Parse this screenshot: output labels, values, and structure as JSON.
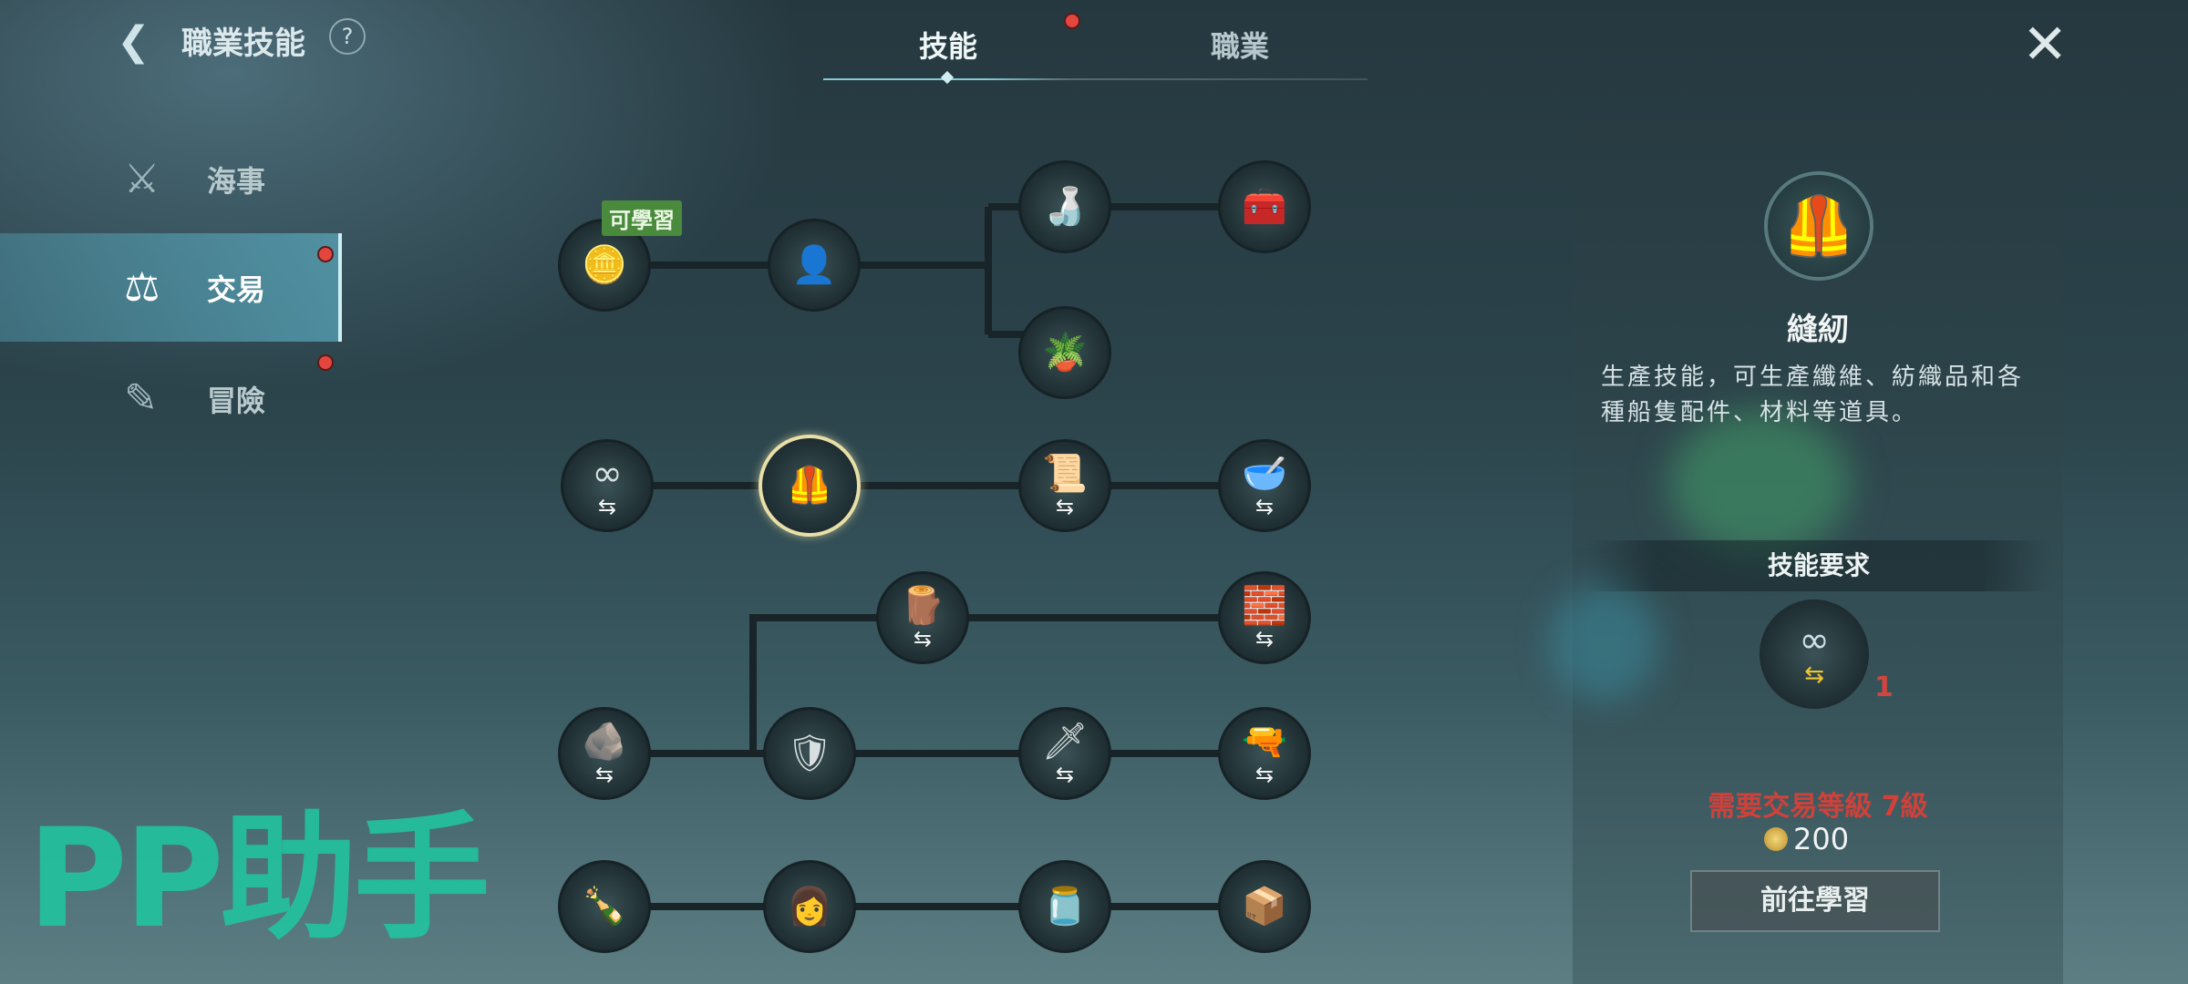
{
  "header": {
    "title": "職業技能",
    "help_label": "?",
    "back_icon": "back-arrow-icon",
    "close_icon": "close-icon"
  },
  "tabs": [
    {
      "label": "技能",
      "active": true
    },
    {
      "label": "職業",
      "active": false,
      "notification": true
    }
  ],
  "sidebar": {
    "items": [
      {
        "label": "海事",
        "icon": "crossed-swords-icon",
        "glyph": "⚔",
        "selected": false,
        "notification": false
      },
      {
        "label": "交易",
        "icon": "scales-icon",
        "glyph": "⚖",
        "selected": true,
        "notification": true
      },
      {
        "label": "冒險",
        "icon": "spyglass-icon",
        "glyph": "✎",
        "selected": false,
        "notification": true
      }
    ]
  },
  "tree": {
    "learnable_badge": "可學習",
    "nodes": [
      {
        "id": "coins",
        "glyph": "🪙",
        "swap": false
      },
      {
        "id": "judge",
        "glyph": "👤",
        "swap": false
      },
      {
        "id": "bottle-down",
        "glyph": "🍶",
        "swap": false
      },
      {
        "id": "chest",
        "glyph": "🧰",
        "swap": false
      },
      {
        "id": "plant",
        "glyph": "🪴",
        "swap": false
      },
      {
        "id": "spool",
        "glyph": "∞",
        "swap": true
      },
      {
        "id": "sewing",
        "glyph": "🦺",
        "swap": false,
        "selected": true
      },
      {
        "id": "cloth-roll",
        "glyph": "📜",
        "swap": true
      },
      {
        "id": "bowls",
        "glyph": "🥣",
        "swap": true
      },
      {
        "id": "logs",
        "glyph": "🪵",
        "swap": true
      },
      {
        "id": "ingots",
        "glyph": "🧱",
        "swap": true
      },
      {
        "id": "ore",
        "glyph": "🪨",
        "swap": true
      },
      {
        "id": "shield-sword",
        "glyph": "🛡",
        "swap": false
      },
      {
        "id": "sabre",
        "glyph": "🗡",
        "swap": true
      },
      {
        "id": "pistol",
        "glyph": "🔫",
        "swap": true
      },
      {
        "id": "poison-bottle",
        "glyph": "🍾",
        "swap": false
      },
      {
        "id": "woman",
        "glyph": "👩",
        "swap": false
      },
      {
        "id": "jar",
        "glyph": "🫙",
        "swap": false
      },
      {
        "id": "ammo-box",
        "glyph": "📦",
        "swap": false
      }
    ],
    "swap_glyph": "⇆"
  },
  "detail": {
    "skill_icon": "vest-icon",
    "skill_glyph": "🦺",
    "name": "縫紉",
    "description": "生產技能，可生產纖維、紡織品和各種船隻配件、材料等道具。",
    "requirements_title": "技能要求",
    "requirement": {
      "icon": "spool-icon",
      "glyph": "∞",
      "swap_glyph": "⇆",
      "level": "1"
    },
    "need_level": "需要交易等級 7級",
    "cost": "200",
    "learn_button": "前往學習"
  },
  "watermark": "PP助手"
}
